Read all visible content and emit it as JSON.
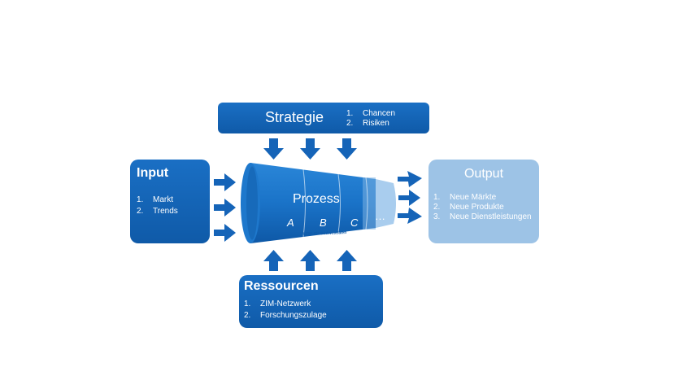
{
  "strategie": {
    "title": "Strategie",
    "items": [
      {
        "num": "1.",
        "label": "Chancen"
      },
      {
        "num": "2.",
        "label": "Risiken"
      }
    ]
  },
  "input": {
    "title": "Input",
    "items": [
      {
        "num": "1.",
        "label": "Markt"
      },
      {
        "num": "2.",
        "label": "Trends"
      }
    ]
  },
  "prozess": {
    "title": "Prozess",
    "stages": [
      "A",
      "B",
      "C",
      "…"
    ],
    "note": "LFM, FH Südwestfalen"
  },
  "output": {
    "title": "Output",
    "items": [
      {
        "num": "1.",
        "label": "Neue Märkte"
      },
      {
        "num": "2.",
        "label": "Neue Produkte"
      },
      {
        "num": "3.",
        "label": "Neue Dienstleistungen"
      }
    ]
  },
  "ressourcen": {
    "title": "Ressourcen",
    "items": [
      {
        "num": "1.",
        "label": "ZIM-Netzwerk"
      },
      {
        "num": "2.",
        "label": "Forschungszulage"
      }
    ]
  },
  "colors": {
    "dark_blue": "#0f5aa8",
    "light_blue": "#9dc3e6",
    "funnel_light": "#a9cdee"
  }
}
